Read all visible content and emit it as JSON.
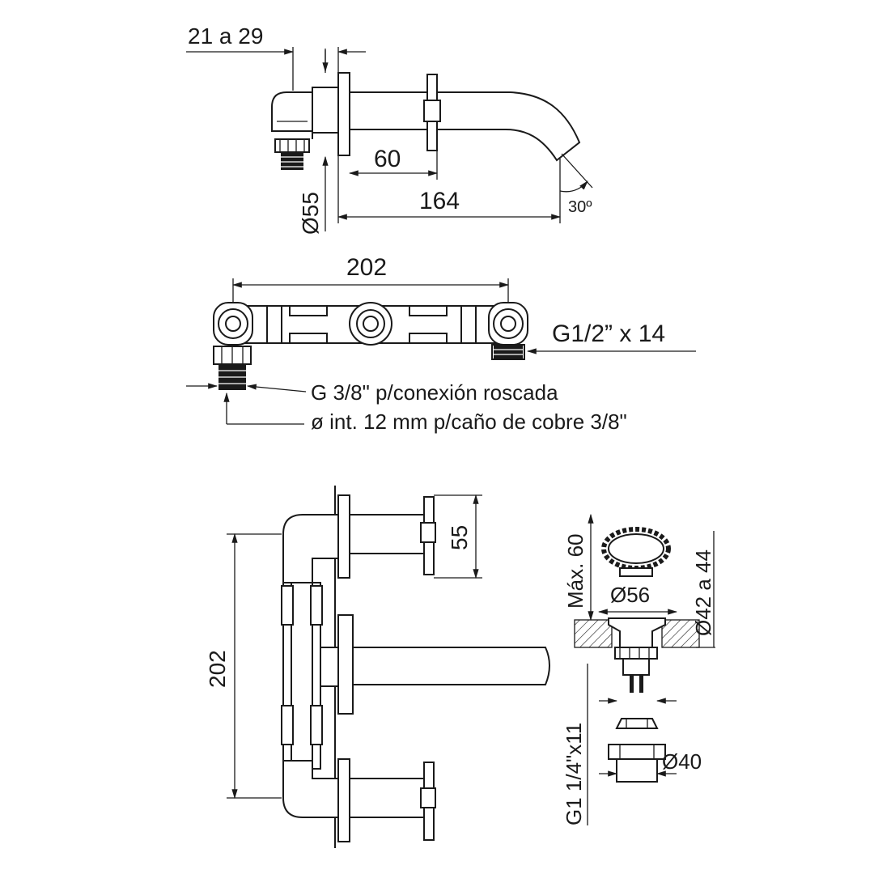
{
  "colors": {
    "ink": "#1a1a1a",
    "paper": "#ffffff"
  },
  "side_view": {
    "dim_wall_depth": "21 a 29",
    "dim_spout_base": "60",
    "dim_spout_length": "164",
    "dim_escutcheon": "Ø55",
    "dim_angle": "30º"
  },
  "valve_body": {
    "dim_center_distance": "202",
    "dim_outlet_thread": "G1/2” x 14",
    "note_thread": "G 3/8\" p/conexión roscada",
    "note_pipe": "ø int. 12 mm p/caño de cobre 3/8\""
  },
  "front_view": {
    "dim_handle_plate": "55",
    "dim_center_distance": "202"
  },
  "drain": {
    "dim_max_thickness": "Máx. 60",
    "dim_flange": "Ø56",
    "dim_hole_range": "Ø42 a 44",
    "dim_thread": "G1 1/4\"x11",
    "dim_nut": "Ø40"
  }
}
